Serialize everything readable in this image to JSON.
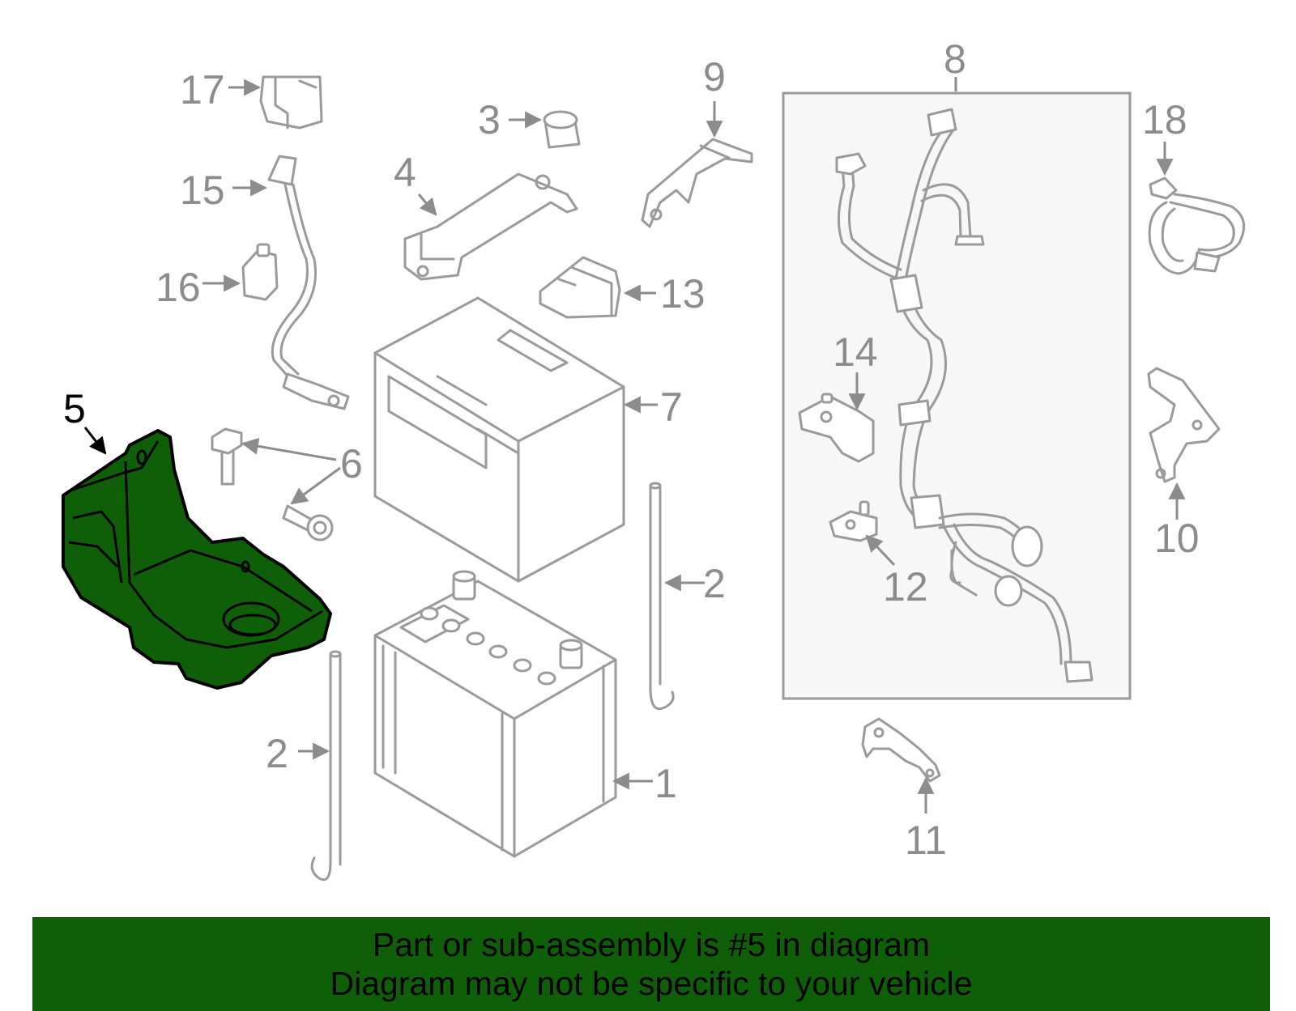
{
  "callouts": {
    "c1": "1",
    "c2a": "2",
    "c2b": "2",
    "c3": "3",
    "c4": "4",
    "c5": "5",
    "c6": "6",
    "c7": "7",
    "c8": "8",
    "c9": "9",
    "c10": "10",
    "c11": "11",
    "c12": "12",
    "c13": "13",
    "c14": "14",
    "c15": "15",
    "c16": "16",
    "c17": "17",
    "c18": "18"
  },
  "highlighted_part": "5",
  "colors": {
    "highlight": "#0f5f08",
    "line": "#9a9a9a",
    "banner": "#0f5f08"
  },
  "banner": {
    "line1": "Part or sub-assembly is #5 in diagram",
    "line2": "Diagram may not be specific to your vehicle"
  }
}
